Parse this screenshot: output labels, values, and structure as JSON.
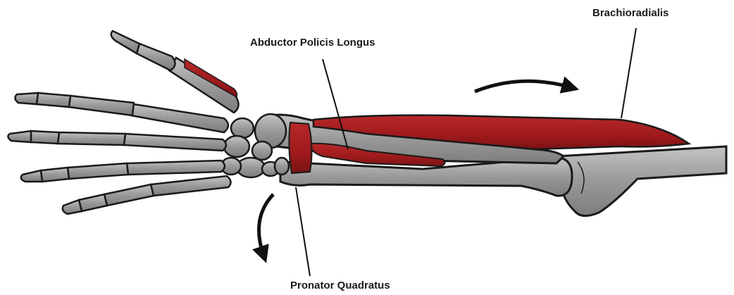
{
  "labels": {
    "brachioradialis": "Brachioradialis",
    "abductor_pollicis_longus": "Abductor Policis Longus",
    "pronator_quadratus": "Pronator Quadratus"
  },
  "colors": {
    "background": "#ffffff",
    "bone": "#8c8c8c",
    "bone_light": "#b5b5b5",
    "outline": "#1a1a1a",
    "muscle": "#a3191c",
    "muscle_dark": "#7a1214"
  },
  "arrows": [
    {
      "name": "supination-arrow",
      "direction": "right"
    },
    {
      "name": "pronation-arrow",
      "direction": "down"
    }
  ]
}
